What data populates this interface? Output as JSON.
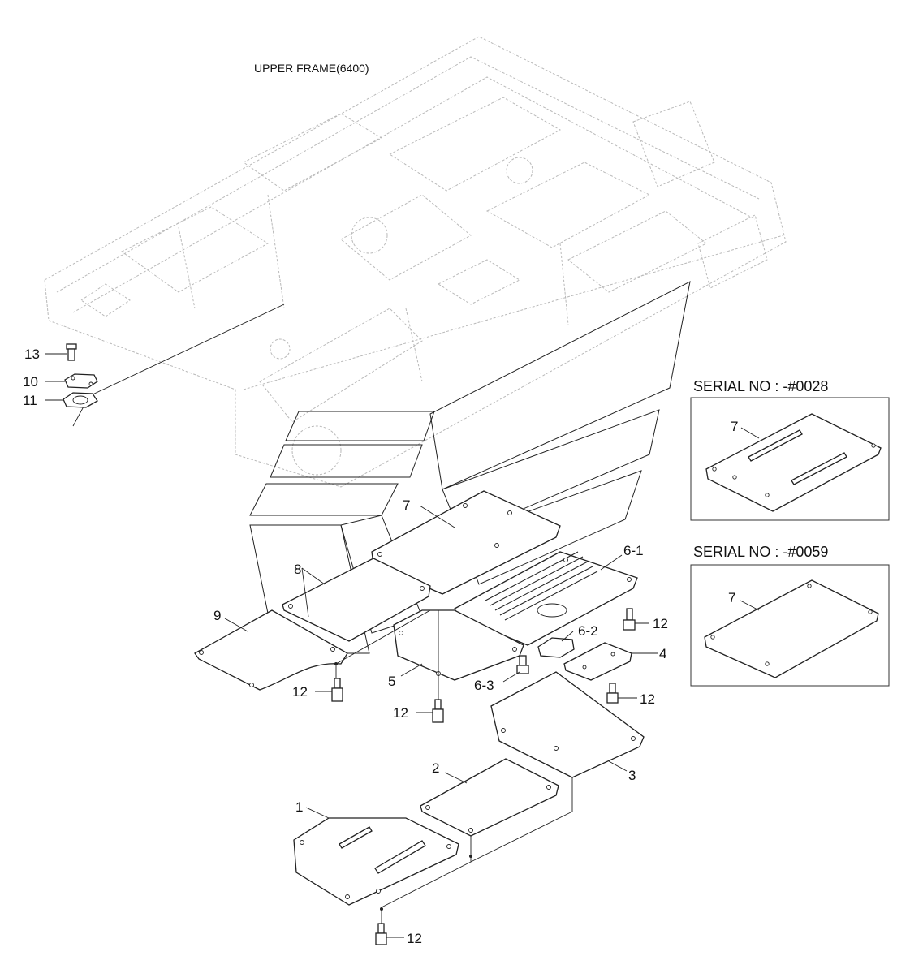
{
  "diagram": {
    "frame_label": "UPPER FRAME(6400)",
    "callouts": {
      "c1": "1",
      "c2": "2",
      "c3": "3",
      "c4": "4",
      "c5": "5",
      "c6_1": "6-1",
      "c6_2": "6-2",
      "c6_3": "6-3",
      "c7": "7",
      "c8": "8",
      "c9": "9",
      "c10": "10",
      "c11": "11",
      "c12a": "12",
      "c12b": "12",
      "c12c": "12",
      "c12d": "12",
      "c12e": "12",
      "c13": "13"
    },
    "inset_top": {
      "title": "SERIAL NO : -#0028",
      "callout": "7"
    },
    "inset_bottom": {
      "title": "SERIAL NO : -#0059",
      "callout": "7"
    }
  }
}
